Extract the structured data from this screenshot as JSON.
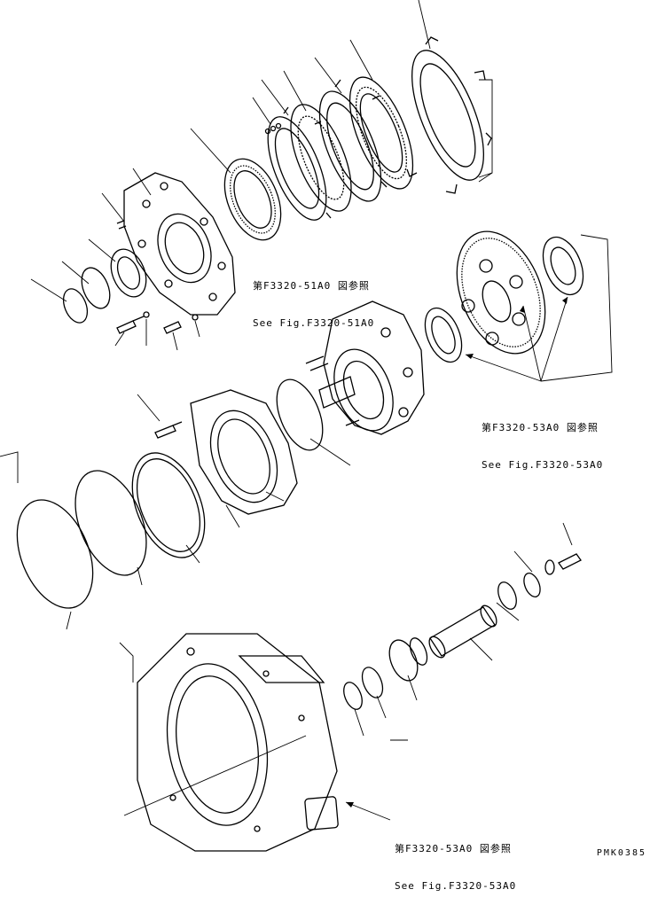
{
  "references": [
    {
      "id": "ref-51a0",
      "jp": "第F3320-51A0 図参照",
      "en": "See Fig.F3320-51A0"
    },
    {
      "id": "ref-53a0-right",
      "jp": "第F3320-53A0 図参照",
      "en": "See Fig.F3320-53A0"
    },
    {
      "id": "ref-53a0-bottom",
      "jp": "第F3320-53A0 図参照",
      "en": "See Fig.F3320-53A0"
    }
  ],
  "drawing_code": "PMK0385"
}
